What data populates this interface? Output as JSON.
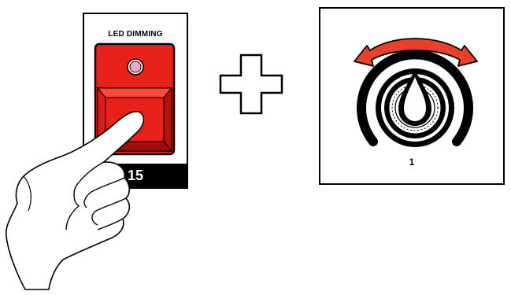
{
  "led_panel": {
    "title": "LED DIMMING",
    "number": "15",
    "button_color": "#e8221a",
    "indicator_color": "#f2a6c8"
  },
  "plus_sign": {
    "color": "#000000"
  },
  "knob_panel": {
    "value": "1",
    "arrow_color": "#e8402a"
  }
}
